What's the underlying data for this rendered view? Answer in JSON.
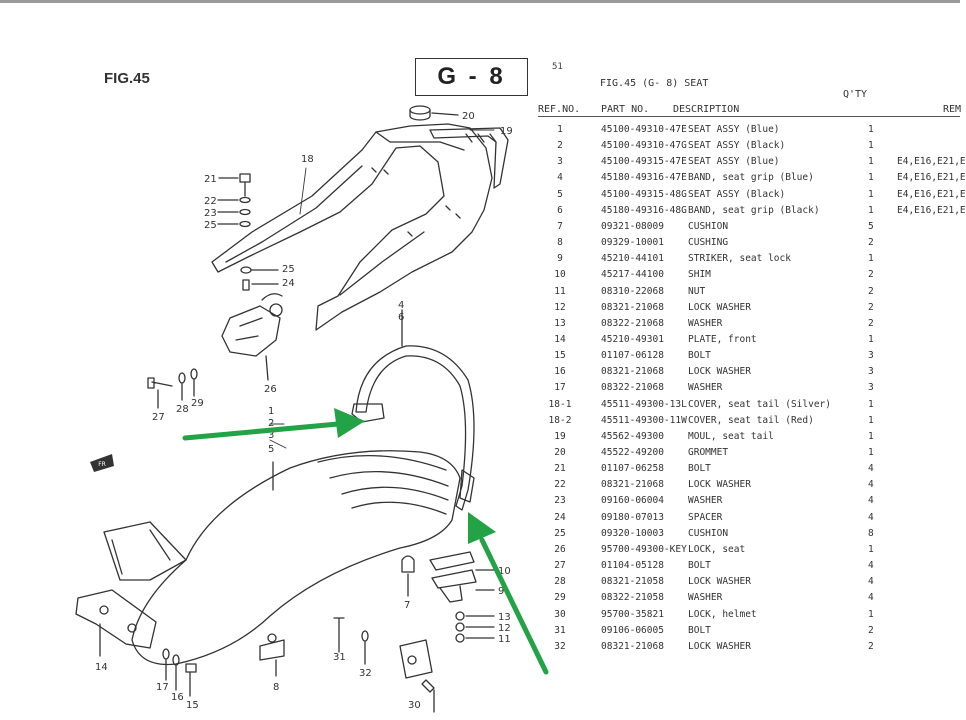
{
  "figure": {
    "label": "FIG.45",
    "section": "G - 8",
    "page_number": "51",
    "caption": "FIG.45 (G- 8) SEAT"
  },
  "table": {
    "qty_header": "Q'TY",
    "headers": {
      "ref": "REF.NO.",
      "part": "PART NO.",
      "desc": "DESCRIPTION",
      "remarks": "REM"
    },
    "rows": [
      {
        "ref": "1",
        "part": "45100-49310-47E",
        "desc": "SEAT ASSY (Blue)",
        "qty": "1",
        "rem": ""
      },
      {
        "ref": "2",
        "part": "45100-49310-47G",
        "desc": "SEAT ASSY (Black)",
        "qty": "1",
        "rem": ""
      },
      {
        "ref": "3",
        "part": "45100-49315-47E",
        "desc": "SEAT ASSY (Blue)",
        "qty": "1",
        "rem": "E4,E16,E21,E"
      },
      {
        "ref": "4",
        "part": "45180-49316-47E",
        "desc": "BAND, seat grip (Blue)",
        "qty": "1",
        "rem": "E4,E16,E21,E"
      },
      {
        "ref": "5",
        "part": "45100-49315-48G",
        "desc": "SEAT ASSY (Black)",
        "qty": "1",
        "rem": "E4,E16,E21,E"
      },
      {
        "ref": "6",
        "part": "45180-49316-48G",
        "desc": "BAND, seat grip (Black)",
        "qty": "1",
        "rem": "E4,E16,E21,E"
      },
      {
        "ref": "7",
        "part": "09321-08009",
        "desc": "CUSHION",
        "qty": "5",
        "rem": ""
      },
      {
        "ref": "8",
        "part": "09329-10001",
        "desc": "CUSHING",
        "qty": "2",
        "rem": ""
      },
      {
        "ref": "9",
        "part": "45210-44101",
        "desc": "STRIKER, seat lock",
        "qty": "1",
        "rem": ""
      },
      {
        "ref": "10",
        "part": "45217-44100",
        "desc": "SHIM",
        "qty": "2",
        "rem": ""
      },
      {
        "ref": "11",
        "part": "08310-22068",
        "desc": "NUT",
        "qty": "2",
        "rem": ""
      },
      {
        "ref": "12",
        "part": "08321-21068",
        "desc": "LOCK WASHER",
        "qty": "2",
        "rem": ""
      },
      {
        "ref": "13",
        "part": "08322-21068",
        "desc": "WASHER",
        "qty": "2",
        "rem": ""
      },
      {
        "ref": "14",
        "part": "45210-49301",
        "desc": "PLATE, front",
        "qty": "1",
        "rem": ""
      },
      {
        "ref": "15",
        "part": "01107-06128",
        "desc": "BOLT",
        "qty": "3",
        "rem": ""
      },
      {
        "ref": "16",
        "part": "08321-21068",
        "desc": "LOCK WASHER",
        "qty": "3",
        "rem": ""
      },
      {
        "ref": "17",
        "part": "08322-21068",
        "desc": "WASHER",
        "qty": "3",
        "rem": ""
      },
      {
        "ref": "18-1",
        "part": "45511-49300-13L",
        "desc": "COVER, seat tail (Silver)",
        "qty": "1",
        "rem": ""
      },
      {
        "ref": "18-2",
        "part": "45511-49300-11W",
        "desc": "COVER, seat tail (Red)",
        "qty": "1",
        "rem": ""
      },
      {
        "ref": "19",
        "part": "45562-49300",
        "desc": "MOUL, seat tail",
        "qty": "1",
        "rem": ""
      },
      {
        "ref": "20",
        "part": "45522-49200",
        "desc": "GROMMET",
        "qty": "1",
        "rem": ""
      },
      {
        "ref": "21",
        "part": "01107-06258",
        "desc": "BOLT",
        "qty": "4",
        "rem": ""
      },
      {
        "ref": "22",
        "part": "08321-21068",
        "desc": "LOCK WASHER",
        "qty": "4",
        "rem": ""
      },
      {
        "ref": "23",
        "part": "09160-06004",
        "desc": "WASHER",
        "qty": "4",
        "rem": ""
      },
      {
        "ref": "24",
        "part": "09180-07013",
        "desc": "SPACER",
        "qty": "4",
        "rem": ""
      },
      {
        "ref": "25",
        "part": "09320-10003",
        "desc": "CUSHION",
        "qty": "8",
        "rem": ""
      },
      {
        "ref": "26",
        "part": "95700-49300-KEY",
        "desc": "LOCK, seat",
        "qty": "1",
        "rem": ""
      },
      {
        "ref": "27",
        "part": "01104-05128",
        "desc": "BOLT",
        "qty": "4",
        "rem": ""
      },
      {
        "ref": "28",
        "part": "08321-21058",
        "desc": "LOCK WASHER",
        "qty": "4",
        "rem": ""
      },
      {
        "ref": "29",
        "part": "08322-21058",
        "desc": "WASHER",
        "qty": "4",
        "rem": ""
      },
      {
        "ref": "30",
        "part": "95700-35821",
        "desc": "LOCK, helmet",
        "qty": "1",
        "rem": ""
      },
      {
        "ref": "31",
        "part": "09106-06005",
        "desc": "BOLT",
        "qty": "2",
        "rem": ""
      },
      {
        "ref": "32",
        "part": "08321-21068",
        "desc": "LOCK WASHER",
        "qty": "2",
        "rem": ""
      }
    ]
  },
  "diagram": {
    "callouts": [
      {
        "id": "c1",
        "text": "1"
      },
      {
        "id": "c2",
        "text": "2"
      },
      {
        "id": "c3",
        "text": "3"
      },
      {
        "id": "c4",
        "text": "4"
      },
      {
        "id": "c5",
        "text": "5"
      },
      {
        "id": "c6",
        "text": "6"
      },
      {
        "id": "c7",
        "text": "7"
      },
      {
        "id": "c8",
        "text": "8"
      },
      {
        "id": "c9",
        "text": "9"
      },
      {
        "id": "c10",
        "text": "10"
      },
      {
        "id": "c11",
        "text": "11"
      },
      {
        "id": "c12",
        "text": "12"
      },
      {
        "id": "c13",
        "text": "13"
      },
      {
        "id": "c14",
        "text": "14"
      },
      {
        "id": "c15",
        "text": "15"
      },
      {
        "id": "c16",
        "text": "16"
      },
      {
        "id": "c17",
        "text": "17"
      },
      {
        "id": "c18",
        "text": "18"
      },
      {
        "id": "c19",
        "text": "19"
      },
      {
        "id": "c20",
        "text": "20"
      },
      {
        "id": "c21",
        "text": "21"
      },
      {
        "id": "c22",
        "text": "22"
      },
      {
        "id": "c23",
        "text": "23"
      },
      {
        "id": "c24",
        "text": "24"
      },
      {
        "id": "c25a",
        "text": "25"
      },
      {
        "id": "c25b",
        "text": "25"
      },
      {
        "id": "c26",
        "text": "26"
      },
      {
        "id": "c27",
        "text": "27"
      },
      {
        "id": "c28",
        "text": "28"
      },
      {
        "id": "c29",
        "text": "29"
      },
      {
        "id": "c30",
        "text": "30"
      },
      {
        "id": "c31",
        "text": "31"
      },
      {
        "id": "c32",
        "text": "32"
      }
    ],
    "front_marker": "FR",
    "arrow_color": "#22a345",
    "ink_color": "#333333"
  }
}
